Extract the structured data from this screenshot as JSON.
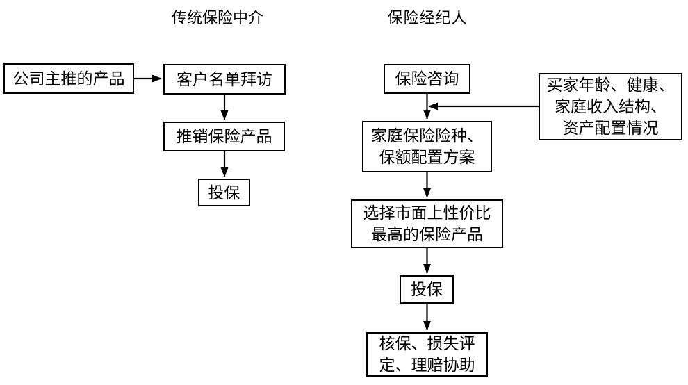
{
  "diagram": {
    "columns": {
      "traditional": {
        "title": "传统保险中介"
      },
      "broker": {
        "title": "保险经纪人"
      }
    },
    "nodes": {
      "company_products": "公司主推的产品",
      "client_list_visit": "客户名单拜访",
      "sell_products": "推销保险产品",
      "apply_left": "投保",
      "consult": "保险咨询",
      "buyer_info": "买家年龄、健康、\n家庭收入结构、\n资产配置情况",
      "family_plan": "家庭保险险种、\n保额配置方案",
      "select_product": "选择市面上性价比\n最高的保险产品",
      "apply_right": "投保",
      "underwriting": "核保、损失评\n定、理赔协助"
    },
    "colors": {
      "line": "#000000",
      "background": "#ffffff",
      "text": "#000000"
    }
  }
}
